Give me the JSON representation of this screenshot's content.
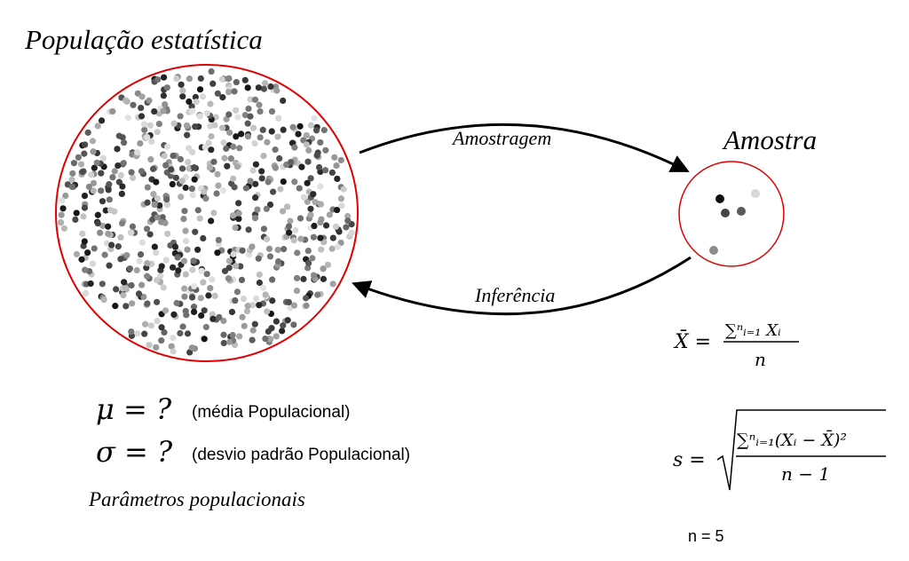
{
  "population": {
    "title": "População estatística",
    "dot_count": 720,
    "circle_color": "#e00000"
  },
  "sample": {
    "title": "Amostra",
    "dots": [
      {
        "shade": "#111111"
      },
      {
        "shade": "#d8d8d8"
      },
      {
        "shade": "#444444"
      },
      {
        "shade": "#5a5a5a"
      },
      {
        "shade": "#8c8c8c"
      }
    ],
    "n_label": "n = 5"
  },
  "arrows": {
    "sampling_label": "Amostragem",
    "inference_label": "Inferência"
  },
  "parameters": {
    "mu_symbol": "μ = ?",
    "mu_desc": "(média Populacional)",
    "sigma_symbol": "σ = ?",
    "sigma_desc": "(desvio padrão Populacional)",
    "caption": "Parâmetros populacionais"
  },
  "formulas": {
    "mean_lhs": "X̄ =",
    "mean_num": "∑ⁿᵢ₌₁ Xᵢ",
    "mean_den": "n",
    "sd_lhs": "s =",
    "sd_num": "∑ⁿᵢ₌₁(Xᵢ − X̄)²",
    "sd_den": "n − 1"
  }
}
